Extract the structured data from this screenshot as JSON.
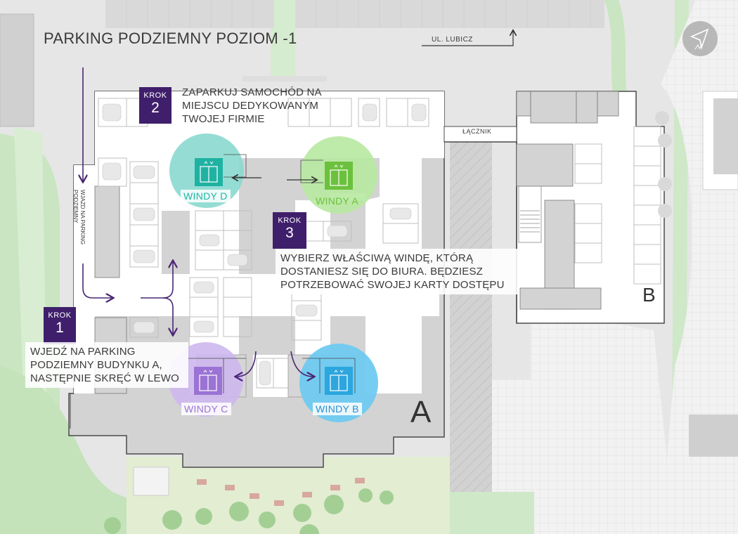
{
  "title": "PARKING PODZIEMNY POZIOM -1",
  "street_label": "UL. LUBICZ",
  "connector_label": "ŁĄCZNIK",
  "entrance_label": "WJAZD NA PARKING PODZIEMNY",
  "steps": [
    {
      "krok": "KROK",
      "number": "1",
      "text": "WJEDŹ NA PARKING PODZIEMNY BUDYNKU A, NASTĘPNIE SKRĘĆ W LEWO"
    },
    {
      "krok": "KROK",
      "number": "2",
      "text": "ZAPARKUJ SAMOCHÓD NA MIEJSCU DEDYKOWANYM TWOJEJ FIRMIE"
    },
    {
      "krok": "KROK",
      "number": "3",
      "text": "WYBIERZ WŁAŚCIWĄ WINDĘ, KTÓRĄ DOSTANIESZ SIĘ DO BIURA. BĘDZIESZ POTRZEBOWAĆ SWOJEJ KARTY DOSTĘPU"
    }
  ],
  "elevators": [
    {
      "label": "WINDY D",
      "color": "#19b8a6",
      "halo": "#7fdcd2"
    },
    {
      "label": "WINDY A",
      "color": "#6cc13c",
      "halo": "#b6e99a"
    },
    {
      "label": "WINDY C",
      "color": "#9b73d4",
      "halo": "#cdb6ee"
    },
    {
      "label": "WINDY B",
      "color": "#2ba6de",
      "halo": "#6fcaf0"
    }
  ],
  "buildings": [
    "A",
    "B"
  ],
  "colors": {
    "accent": "#3f1f6b",
    "route": "#4a2674",
    "floor": "#ffffff",
    "outline": "#4a4a4a"
  },
  "compass_icon": "north-arrow-icon"
}
